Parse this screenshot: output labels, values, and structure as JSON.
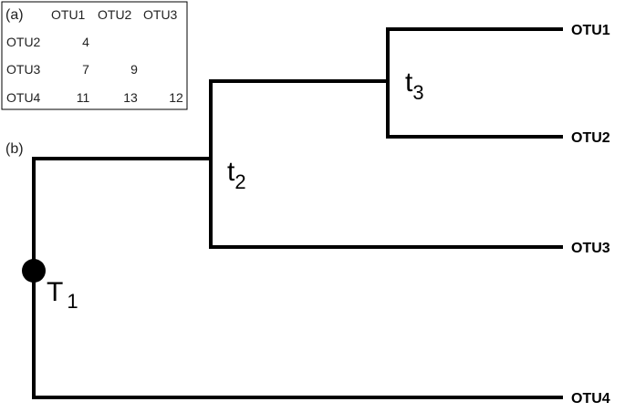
{
  "panel_a": {
    "label": "(a)",
    "col_headers": [
      "OTU1",
      "OTU2",
      "OTU3"
    ],
    "rows": [
      {
        "name": "OTU2",
        "values": [
          "4",
          "",
          ""
        ]
      },
      {
        "name": "OTU3",
        "values": [
          "7",
          "9",
          ""
        ]
      },
      {
        "name": "OTU4",
        "values": [
          "11",
          "13",
          "12"
        ]
      }
    ]
  },
  "panel_b": {
    "label": "(b)",
    "leaves": [
      "OTU1",
      "OTU2",
      "OTU3",
      "OTU4"
    ],
    "nodes": {
      "root": {
        "main": "T",
        "sub": "1"
      },
      "t2": {
        "main": "t",
        "sub": "2"
      },
      "t3": {
        "main": "t",
        "sub": "3"
      }
    }
  }
}
